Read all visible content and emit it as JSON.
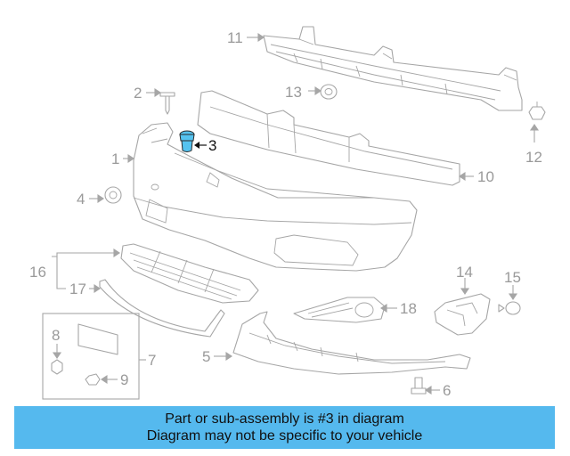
{
  "diagram": {
    "highlight_color": "#55c3f0",
    "callouts": [
      {
        "id": "c1",
        "label": "1"
      },
      {
        "id": "c2",
        "label": "2"
      },
      {
        "id": "c3",
        "label": "3",
        "highlighted": true
      },
      {
        "id": "c4",
        "label": "4"
      },
      {
        "id": "c5",
        "label": "5"
      },
      {
        "id": "c6",
        "label": "6"
      },
      {
        "id": "c7",
        "label": "7"
      },
      {
        "id": "c8",
        "label": "8"
      },
      {
        "id": "c9",
        "label": "9"
      },
      {
        "id": "c10",
        "label": "10"
      },
      {
        "id": "c11",
        "label": "11"
      },
      {
        "id": "c12",
        "label": "12"
      },
      {
        "id": "c13",
        "label": "13"
      },
      {
        "id": "c14",
        "label": "14"
      },
      {
        "id": "c15",
        "label": "15"
      },
      {
        "id": "c16",
        "label": "16"
      },
      {
        "id": "c17",
        "label": "17"
      },
      {
        "id": "c18",
        "label": "18"
      }
    ]
  },
  "footer": {
    "line1": "Part or sub-assembly is #3 in diagram",
    "line2": "Diagram may not be specific to your vehicle",
    "background": "#55b9ee"
  }
}
